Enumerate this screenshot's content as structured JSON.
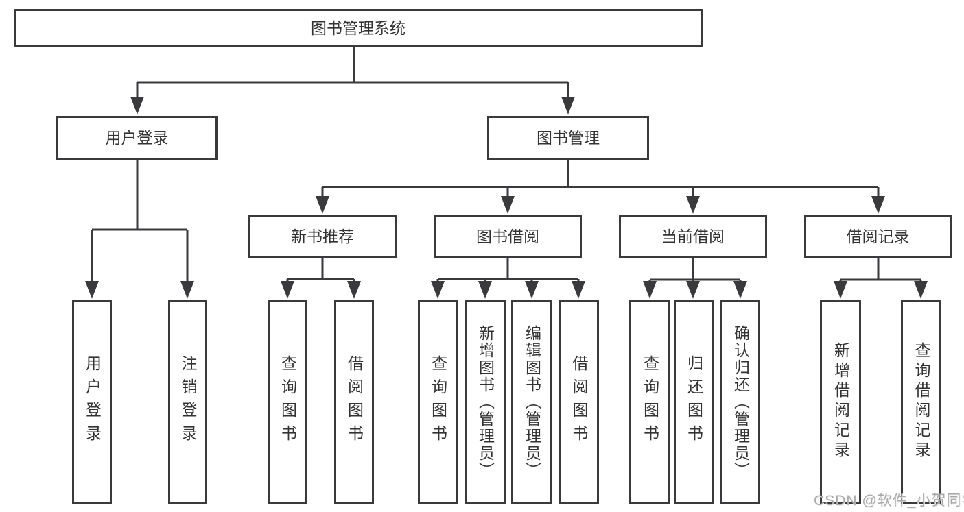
{
  "diagram": {
    "title": "图书管理系统",
    "level1": {
      "user_login": "用户登录",
      "book_management": "图书管理"
    },
    "level2": {
      "new_book_recommend": "新书推荐",
      "book_borrow": "图书借阅",
      "current_borrow": "当前借阅",
      "borrow_record": "借阅记录"
    },
    "leaves": {
      "user_login": "用户登录",
      "logout": "注销登录",
      "query_book_1": "查询图书",
      "borrow_book_1": "借阅图书",
      "query_book_2": "查询图书",
      "add_book_admin": "新增图书（管理员）",
      "edit_book_admin": "编辑图书（管理员）",
      "borrow_book_2": "借阅图书",
      "query_book_3": "查询图书",
      "return_book": "归还图书",
      "confirm_return_admin": "确认归还（管理员）",
      "add_borrow_record": "新增借阅记录",
      "query_borrow_record": "查询借阅记录"
    }
  },
  "watermark": {
    "text": "CSDN @软件_小贺同学"
  },
  "colors": {
    "line": "#3a3a3c",
    "text": "#333333",
    "background": "#ffffff",
    "watermark": "#a9a9a9"
  }
}
